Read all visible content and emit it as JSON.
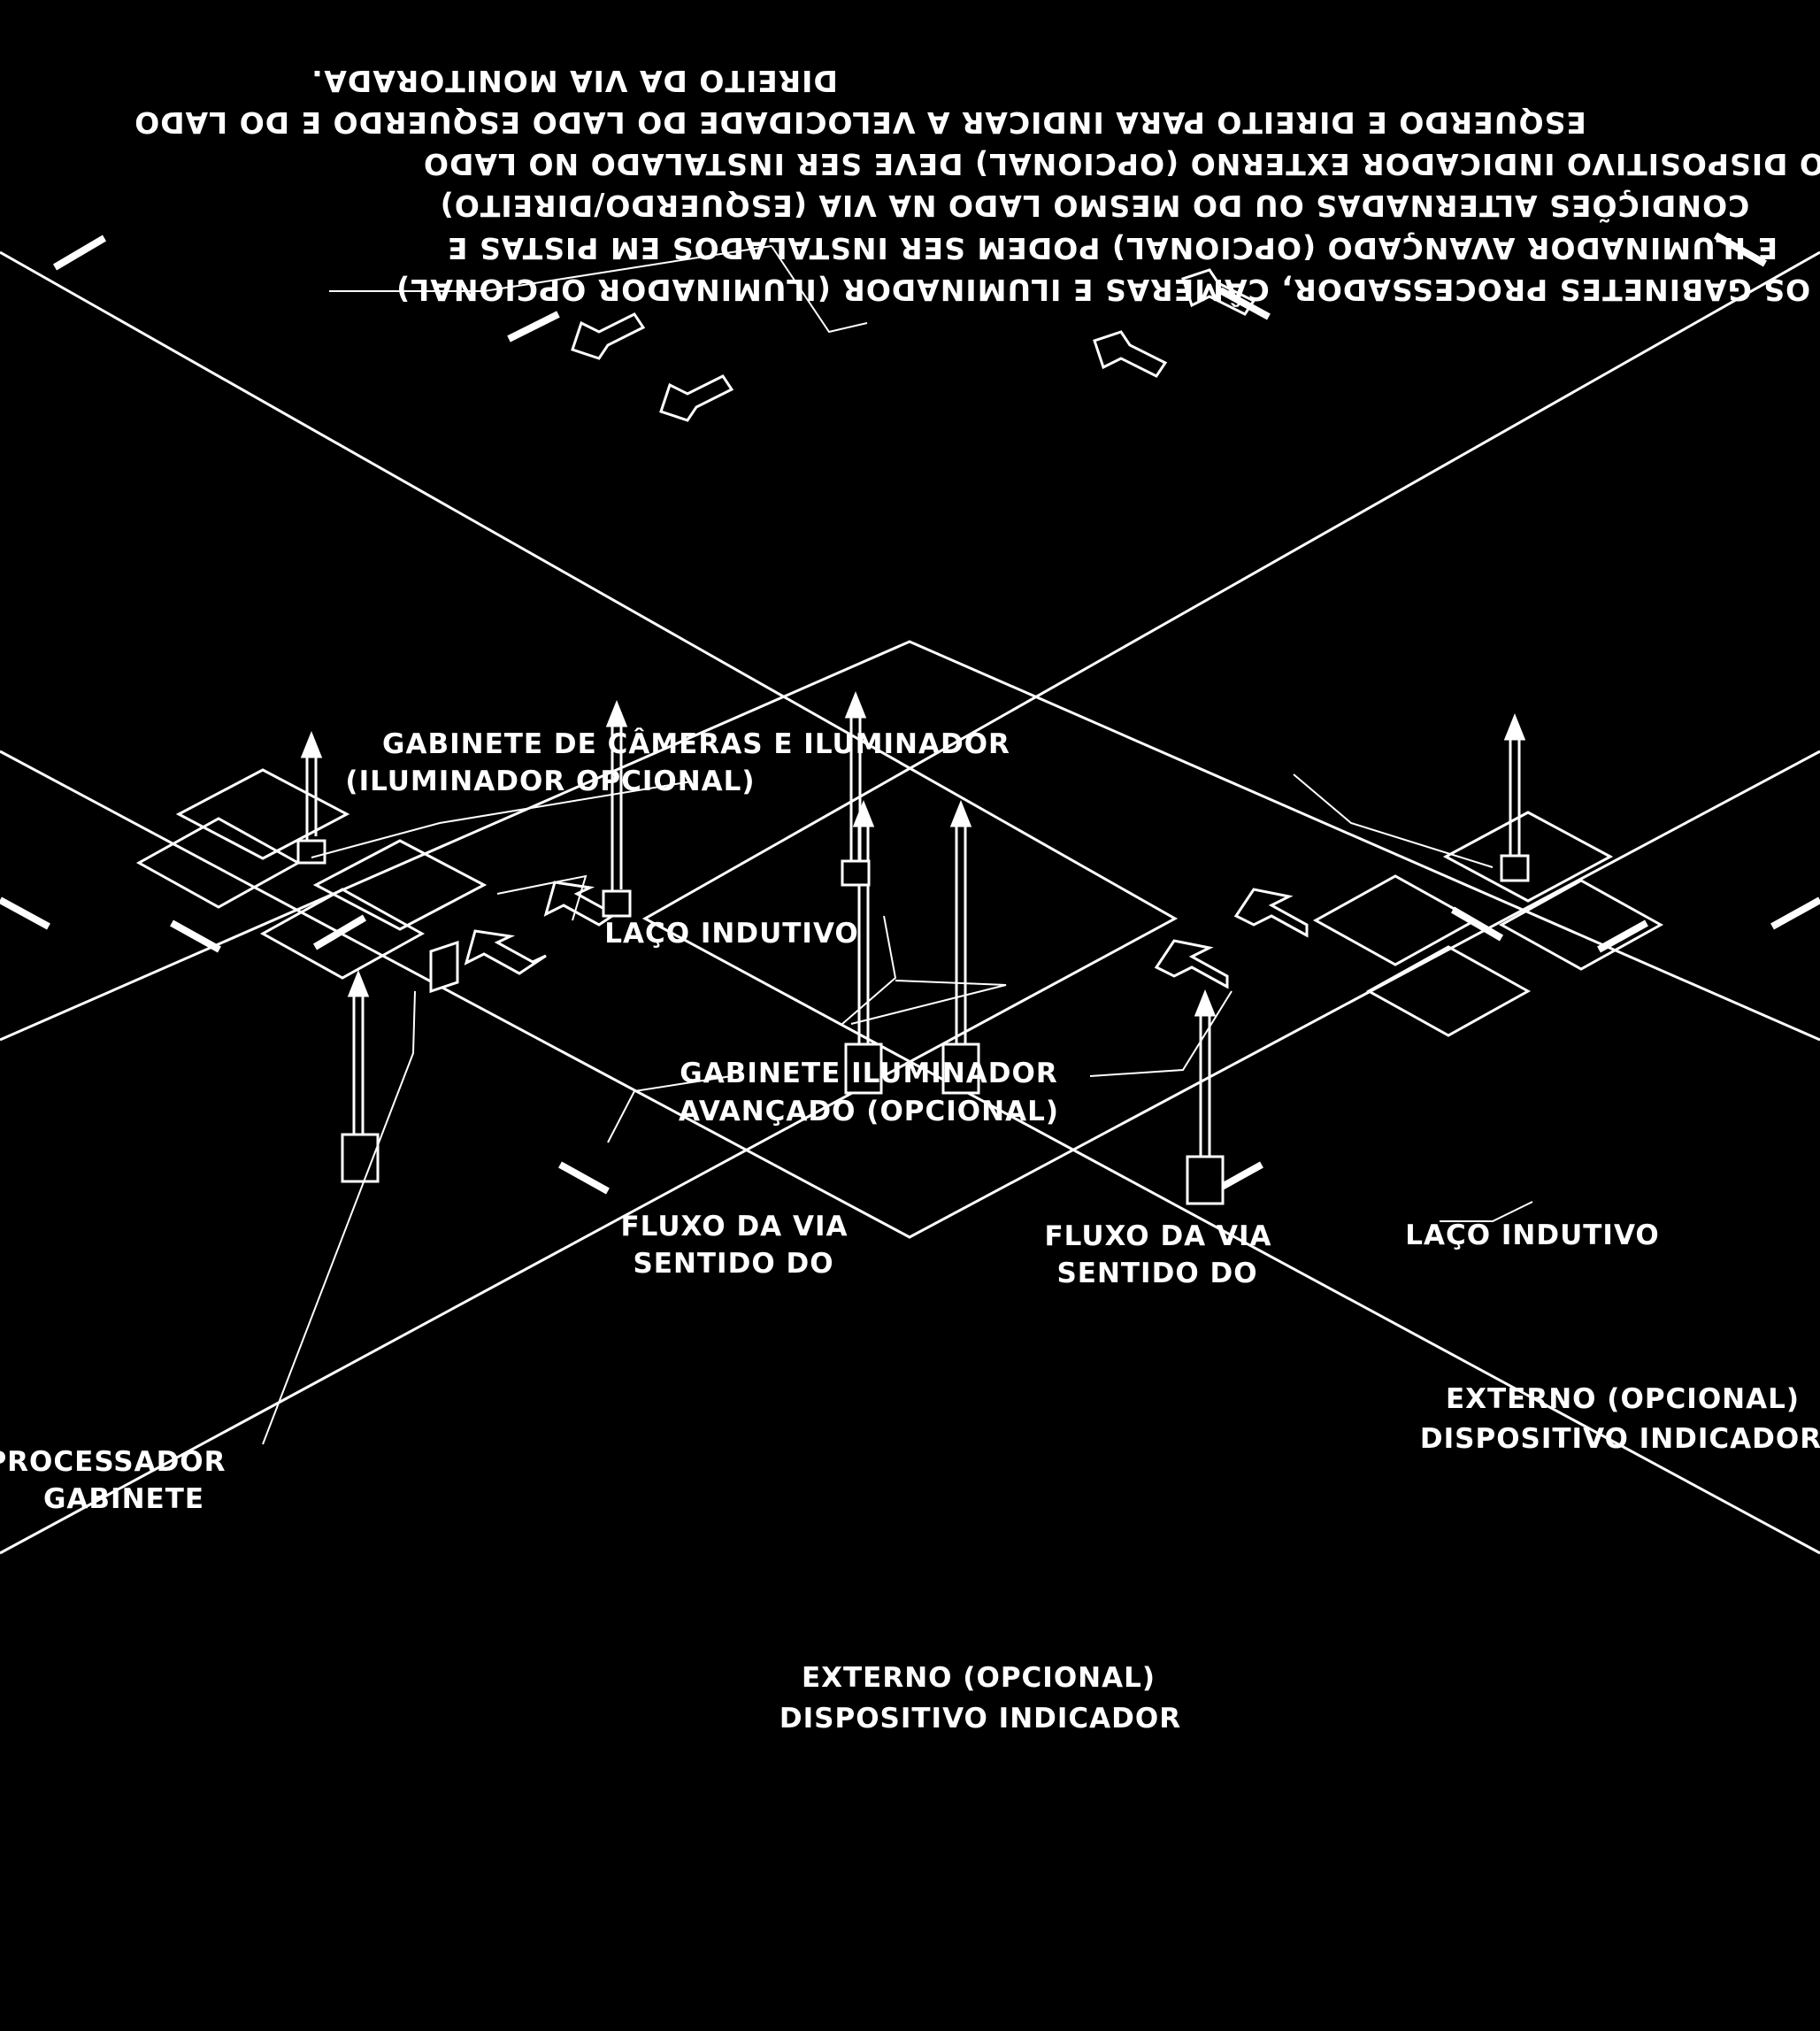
{
  "notes": {
    "lines": [
      "OBS: OS GABINETES  PROCESSADOR, CÂMERAS  E ILUMINADOR (ILUMINADOR OPCIONAL)",
      "E ILUMINADOR AVANÇADO (OPCIONAL) PODEM SER INSTALADOS EM PISTAS  E",
      "CONDIÇÕES ALTERNADAS OU DO MESMO LADO NA VIA (ESQUERDO/DIREITO)",
      "O DISPOSITIVO INDICADOR EXTERNO (OPCIONAL) DEVE SER INSTALADO NO LADO",
      "ESQUERDO E DIREITO PARA INDICAR A VELOCIDADE DO LADO ESQUERDO E DO LADO",
      "DIREITO DA VIA MONITORADA."
    ]
  },
  "labels": {
    "camera_cabinet": {
      "line1": "GABINETE DE CÂMERAS E ILUMINADOR",
      "line2": "(ILUMINADOR OPCIONAL)"
    },
    "loop_left": "LAÇO INDUTIVO",
    "loop_right": "LAÇO INDUTIVO",
    "illuminator": {
      "line1": "GABINETE ILUMINADOR",
      "line2": "AVANÇADO (OPCIONAL)"
    },
    "flow_left": {
      "line1": "SENTIDO DO",
      "line2": "FLUXO DA VIA"
    },
    "flow_right": {
      "line1": "SENTIDO DO",
      "line2": "FLUXO DA VIA"
    },
    "processor": {
      "line1": "GABINETE",
      "line2": "PROCESSADOR"
    },
    "indicator_right": {
      "line1": "DISPOSITIVO INDICADOR",
      "line2": "EXTERNO (OPCIONAL)"
    },
    "indicator_bottom": {
      "line1": "DISPOSITIVO INDICADOR",
      "line2": "EXTERNO (OPCIONAL)"
    }
  },
  "colors": {
    "background": "#000000",
    "ink": "#ffffff"
  }
}
